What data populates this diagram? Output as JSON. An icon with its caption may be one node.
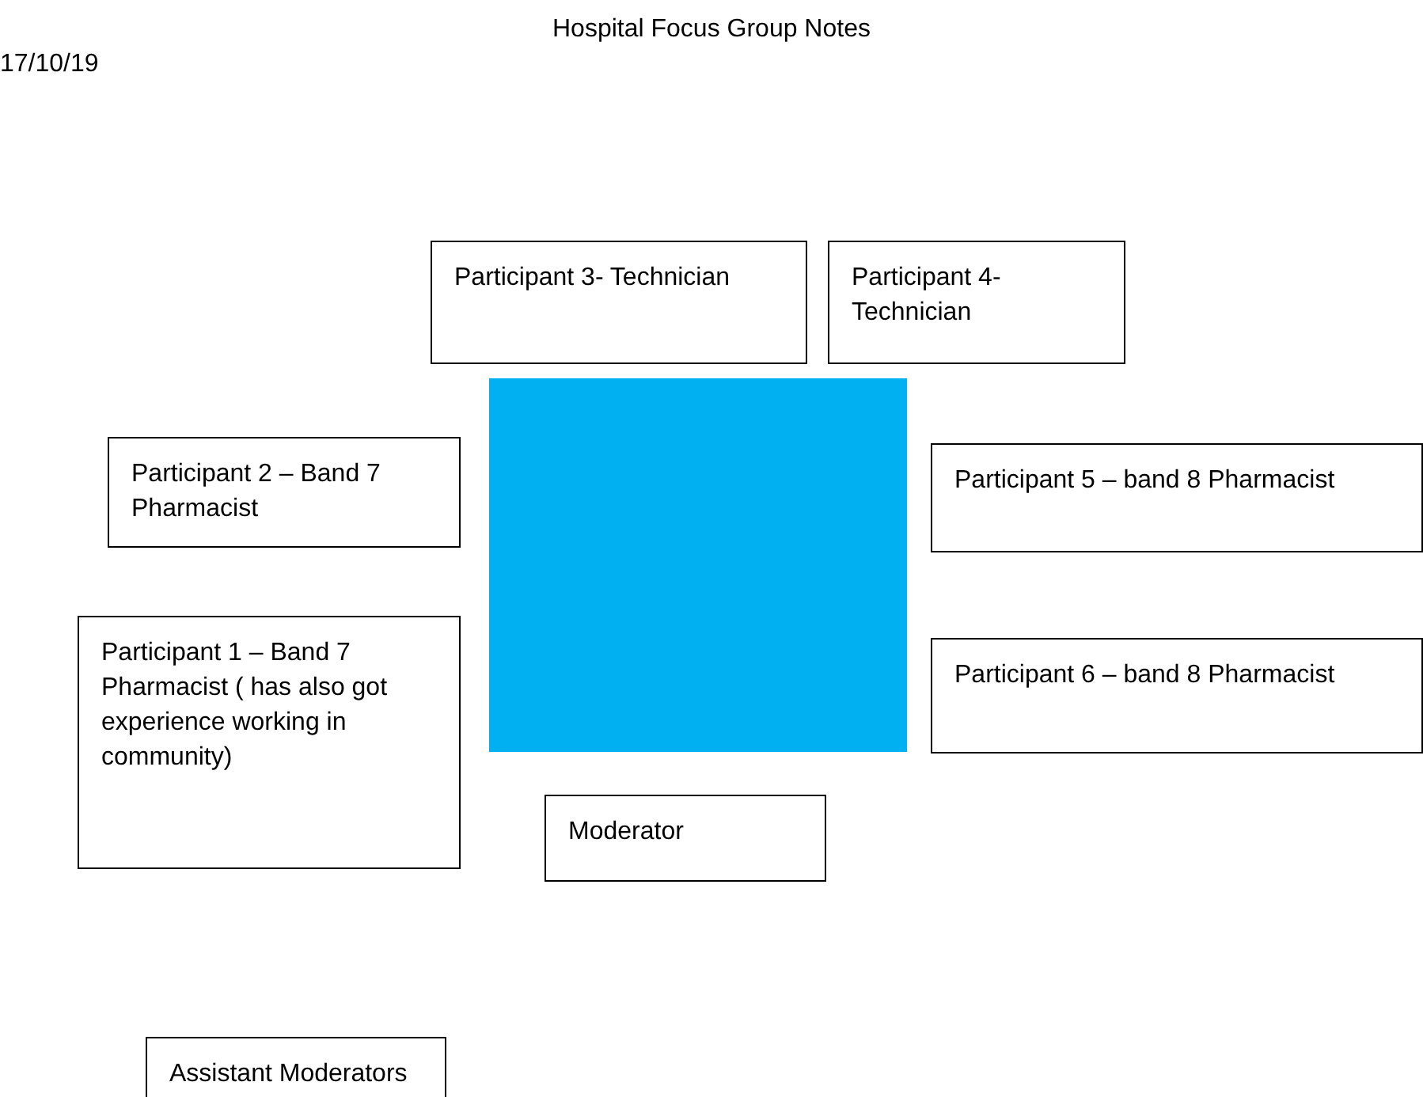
{
  "diagram": {
    "title": "Hospital Focus Group Notes",
    "nodes": [
      {
        "text": [
          "Participant 3- Technician"
        ]
      },
      {
        "text": [
          "Participant 4- Technician"
        ]
      },
      {
        "text": [],
        "shape": "box"
      },
      {
        "text": [
          "Participant 2 – Band 7 Pharmacist"
        ]
      },
      {
        "text": [
          "Participant 5 – band 8 Pharmacist"
        ]
      },
      {
        "text": [
          "Participant 1 – Band 7 Pharmacist ( has also got experience working in community)"
        ]
      },
      {
        "text": [
          "Participant 6 – band 8 Pharmacist"
        ]
      },
      {
        "text": [
          "Moderator"
        ]
      },
      {
        "text": [
          "Assistant Moderators"
        ]
      }
    ],
    "edges": [],
    "labels": [
      "17/10/19"
    ]
  }
}
